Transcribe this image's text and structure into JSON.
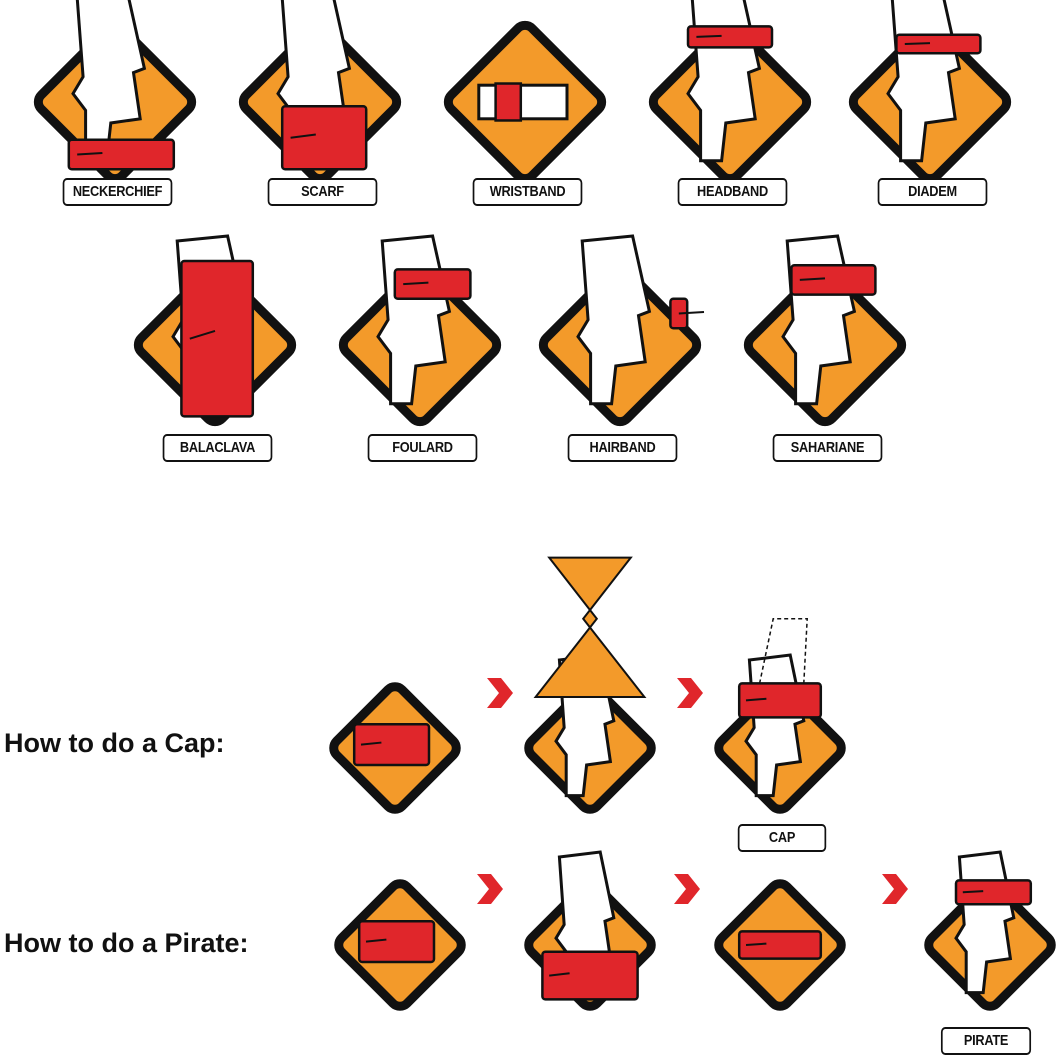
{
  "styles": {
    "row1": [
      "NECKERCHIEF",
      "SCARF",
      "WRISTBAND",
      "HEADBAND",
      "DIADEM"
    ],
    "row2": [
      "BALACLAVA",
      "FOULARD",
      "HAIRBAND",
      "SAHARIANE"
    ]
  },
  "cap": {
    "heading": "How to do a Cap:",
    "label": "CAP"
  },
  "pirate": {
    "heading": "How to do a Pirate:",
    "label": "PIRATE"
  },
  "colors": {
    "orange": "#f39a2a",
    "red": "#e0262b",
    "black": "#111111"
  }
}
